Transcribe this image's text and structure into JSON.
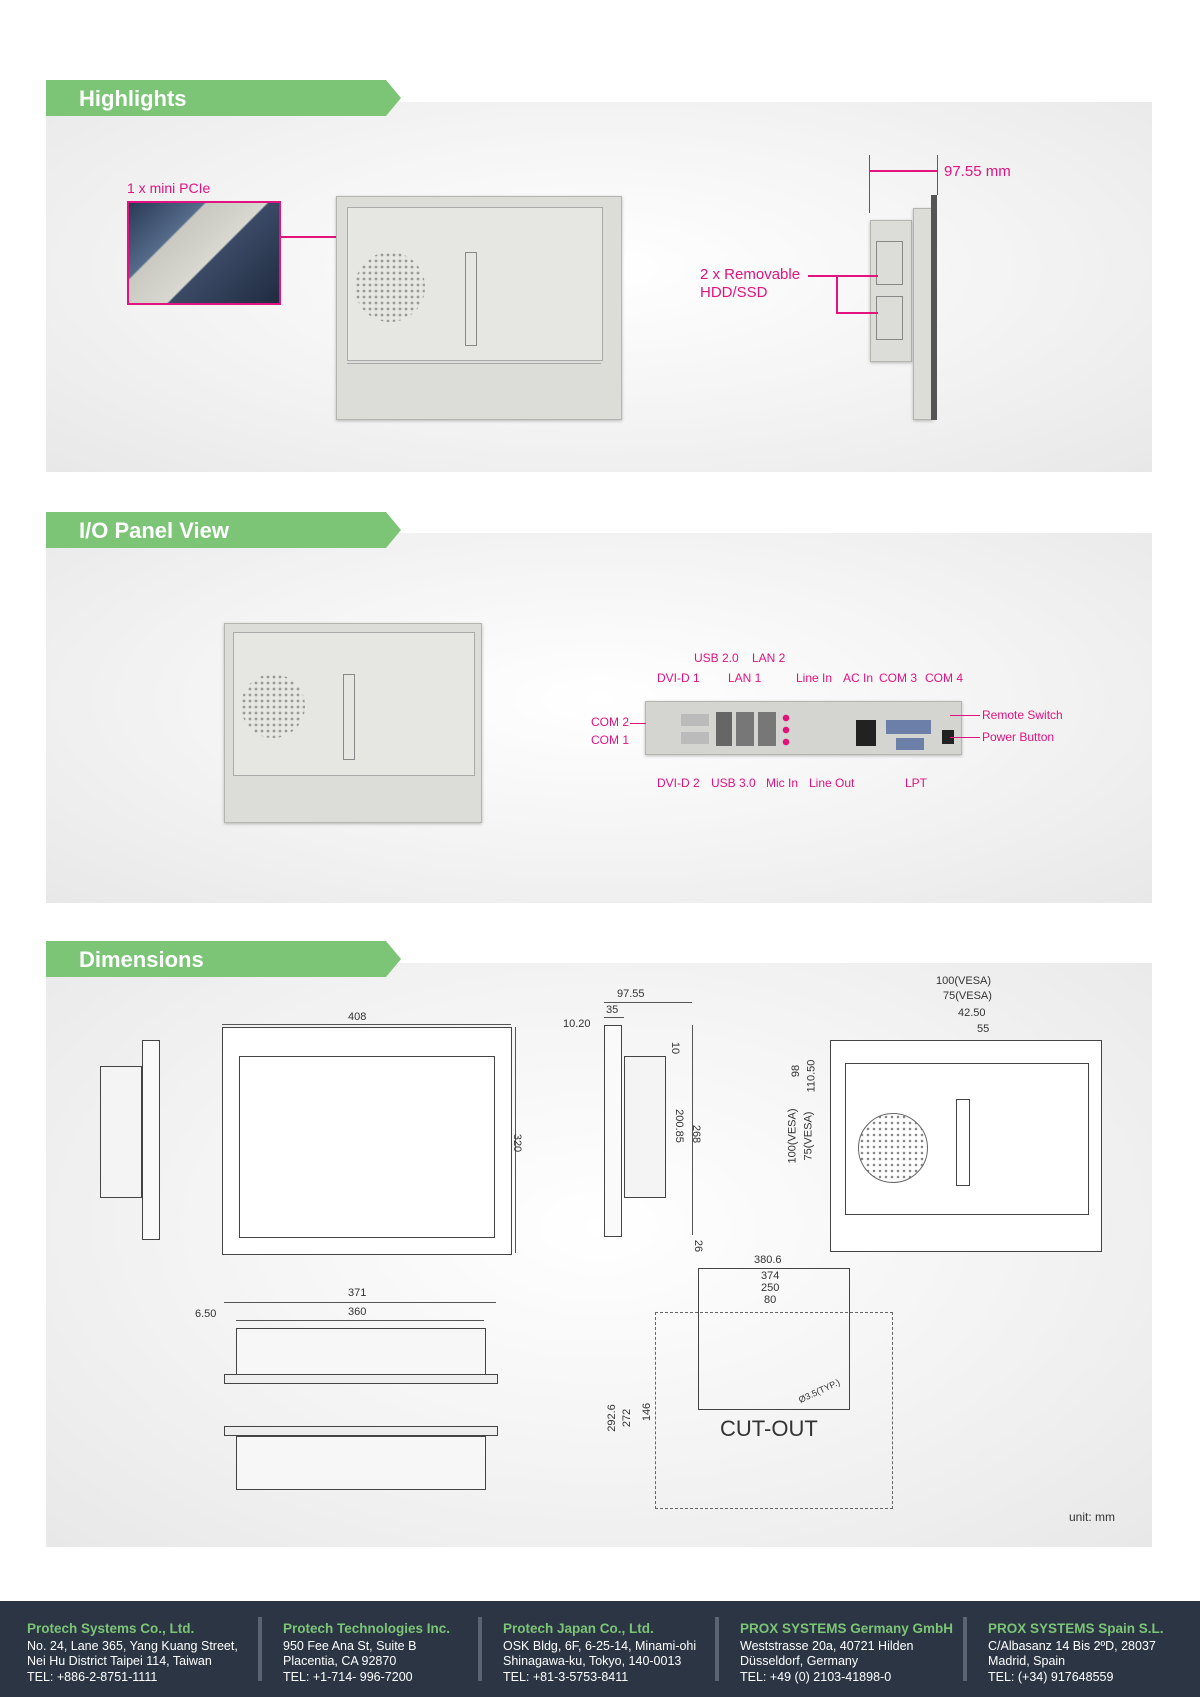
{
  "sections": {
    "highlights": "Highlights",
    "io": "I/O Panel View",
    "dimensions": "Dimensions"
  },
  "highlights": {
    "mini_pcie": "1 x mini PCIe",
    "depth": "97.55 mm",
    "hdd_line1": "2 x Removable",
    "hdd_line2": "HDD/SSD"
  },
  "io": {
    "usb20": "USB 2.0",
    "lan2": "LAN 2",
    "dvid1": "DVI-D 1",
    "lan1": "LAN 1",
    "linein": "Line In",
    "acin": "AC In",
    "com3": "COM 3",
    "com4": "COM 4",
    "com2": "COM 2",
    "com1": "COM 1",
    "remote": "Remote Switch",
    "power": "Power Button",
    "dvid2": "DVI-D 2",
    "usb30": "USB 3.0",
    "micin": "Mic In",
    "lineout": "Line Out",
    "lpt": "LPT"
  },
  "dimensions": {
    "front_w": "408",
    "front_h": "320",
    "side_97": "97.55",
    "side_35": "35",
    "side_1020": "10.20",
    "side_10": "10",
    "side_20085": "200.85",
    "side_268": "268",
    "side_26": "26",
    "back_vesa100": "100(VESA)",
    "back_vesa75": "75(VESA)",
    "back_4250": "42.50",
    "back_55": "55",
    "back_98": "98",
    "back_11050": "110.50",
    "back_v100": "100(VESA)",
    "back_v75": "75(VESA)",
    "bottom_371": "371",
    "bottom_360": "360",
    "bottom_650": "6.50",
    "cut_3806": "380.6",
    "cut_374": "374",
    "cut_250": "250",
    "cut_80": "80",
    "cut_2926": "292.6",
    "cut_272": "272",
    "cut_146": "146",
    "cut_hole": "Ø3.5(TYP.)",
    "cutout": "CUT-OUT",
    "unit": "unit: mm"
  },
  "footer": [
    {
      "name": "Protech Systems Co., Ltd.",
      "l1": "No. 24, Lane 365, Yang Kuang Street,",
      "l2": "Nei Hu District Taipei 114, Taiwan",
      "l3": "TEL: +886-2-8751-1111"
    },
    {
      "name": "Protech Technologies Inc.",
      "l1": "950 Fee Ana St, Suite B",
      "l2": "Placentia, CA 92870",
      "l3": "TEL: +1-714- 996-7200"
    },
    {
      "name": "Protech Japan Co., Ltd.",
      "l1": "OSK Bldg, 6F, 6-25-14, Minami-ohi",
      "l2": "Shinagawa-ku, Tokyo, 140-0013",
      "l3": "TEL: +81-3-5753-8411"
    },
    {
      "name": "PROX SYSTEMS Germany GmbH",
      "l1": "Weststrasse 20a, 40721 Hilden",
      "l2": "Düsseldorf, Germany",
      "l3": "TEL: +49 (0) 2103-41898-0"
    },
    {
      "name": "PROX SYSTEMS Spain S.L.",
      "l1": "C/Albasanz 14 Bis 2ºD, 28037",
      "l2": "Madrid, Spain",
      "l3": "TEL: (+34) 917648559"
    }
  ]
}
